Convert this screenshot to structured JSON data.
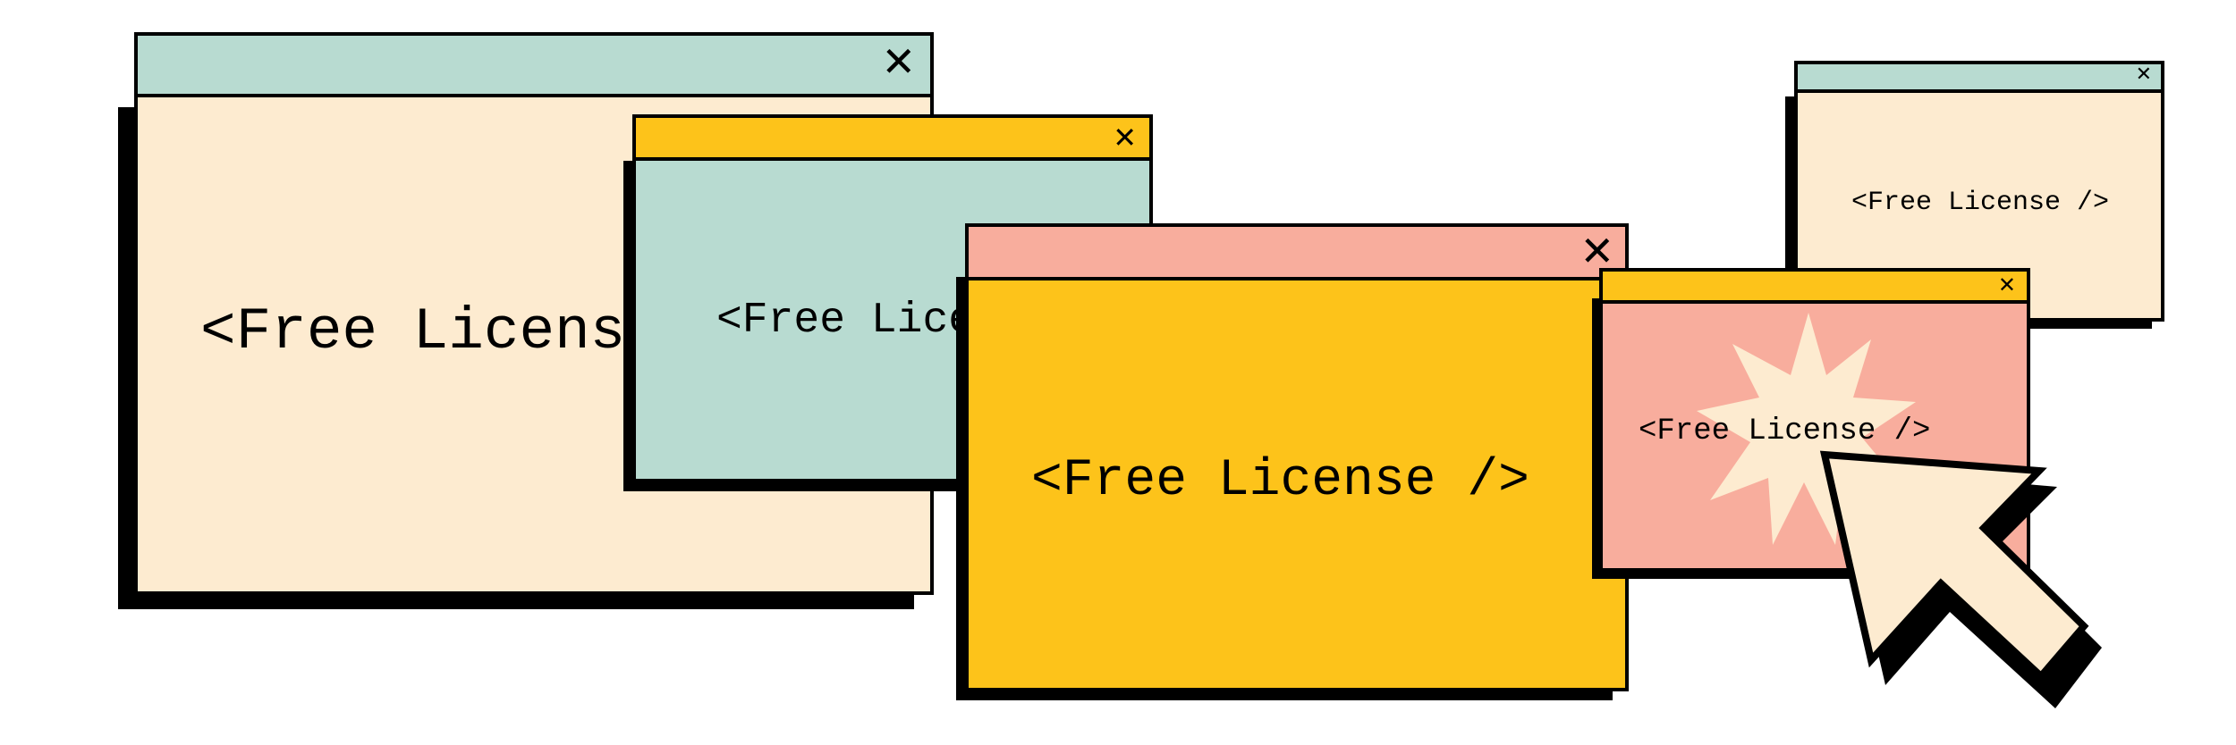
{
  "colors": {
    "cream": "#FDEBD0",
    "mint": "#B8DBD1",
    "yellow": "#FDC31A",
    "salmon": "#F8AD9D",
    "black": "#000000"
  },
  "windows": [
    {
      "id": "window-1",
      "label": "<Free License />",
      "close": "✕",
      "titlebar_color": "mint",
      "body_color": "cream"
    },
    {
      "id": "window-2",
      "label": "<Free License />",
      "close": "✕",
      "titlebar_color": "yellow",
      "body_color": "mint"
    },
    {
      "id": "window-3",
      "label": "<Free License />",
      "close": "✕",
      "titlebar_color": "salmon",
      "body_color": "yellow"
    },
    {
      "id": "window-4",
      "label": "<Free License />",
      "close": "✕",
      "titlebar_color": "mint",
      "body_color": "cream"
    },
    {
      "id": "window-5",
      "label": "<Free License />",
      "close": "✕",
      "titlebar_color": "yellow",
      "body_color": "salmon"
    }
  ],
  "decorations": {
    "starburst": "starburst-icon",
    "cursor": "arrow-cursor-icon"
  }
}
